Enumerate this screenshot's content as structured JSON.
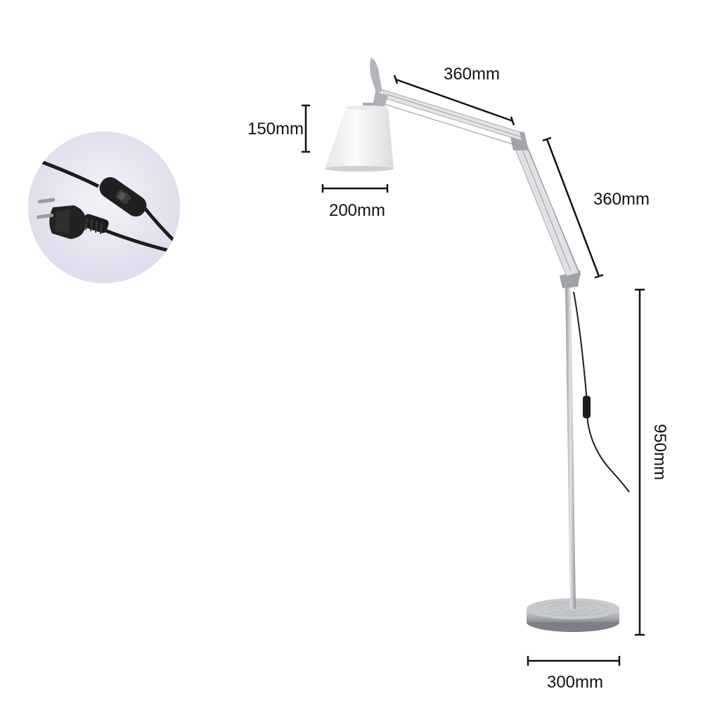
{
  "dimensions": {
    "upper_arm": "360mm",
    "lower_arm": "360mm",
    "shade_height": "150mm",
    "shade_width": "200mm",
    "stand_height": "950mm",
    "base_diameter": "300mm"
  },
  "colors": {
    "dimension_line": "#111111",
    "metal": "#b9bcc1",
    "shade": "#f4f4f4",
    "cable": "#1c1c1c",
    "inset_background": "#e7e4f0"
  }
}
